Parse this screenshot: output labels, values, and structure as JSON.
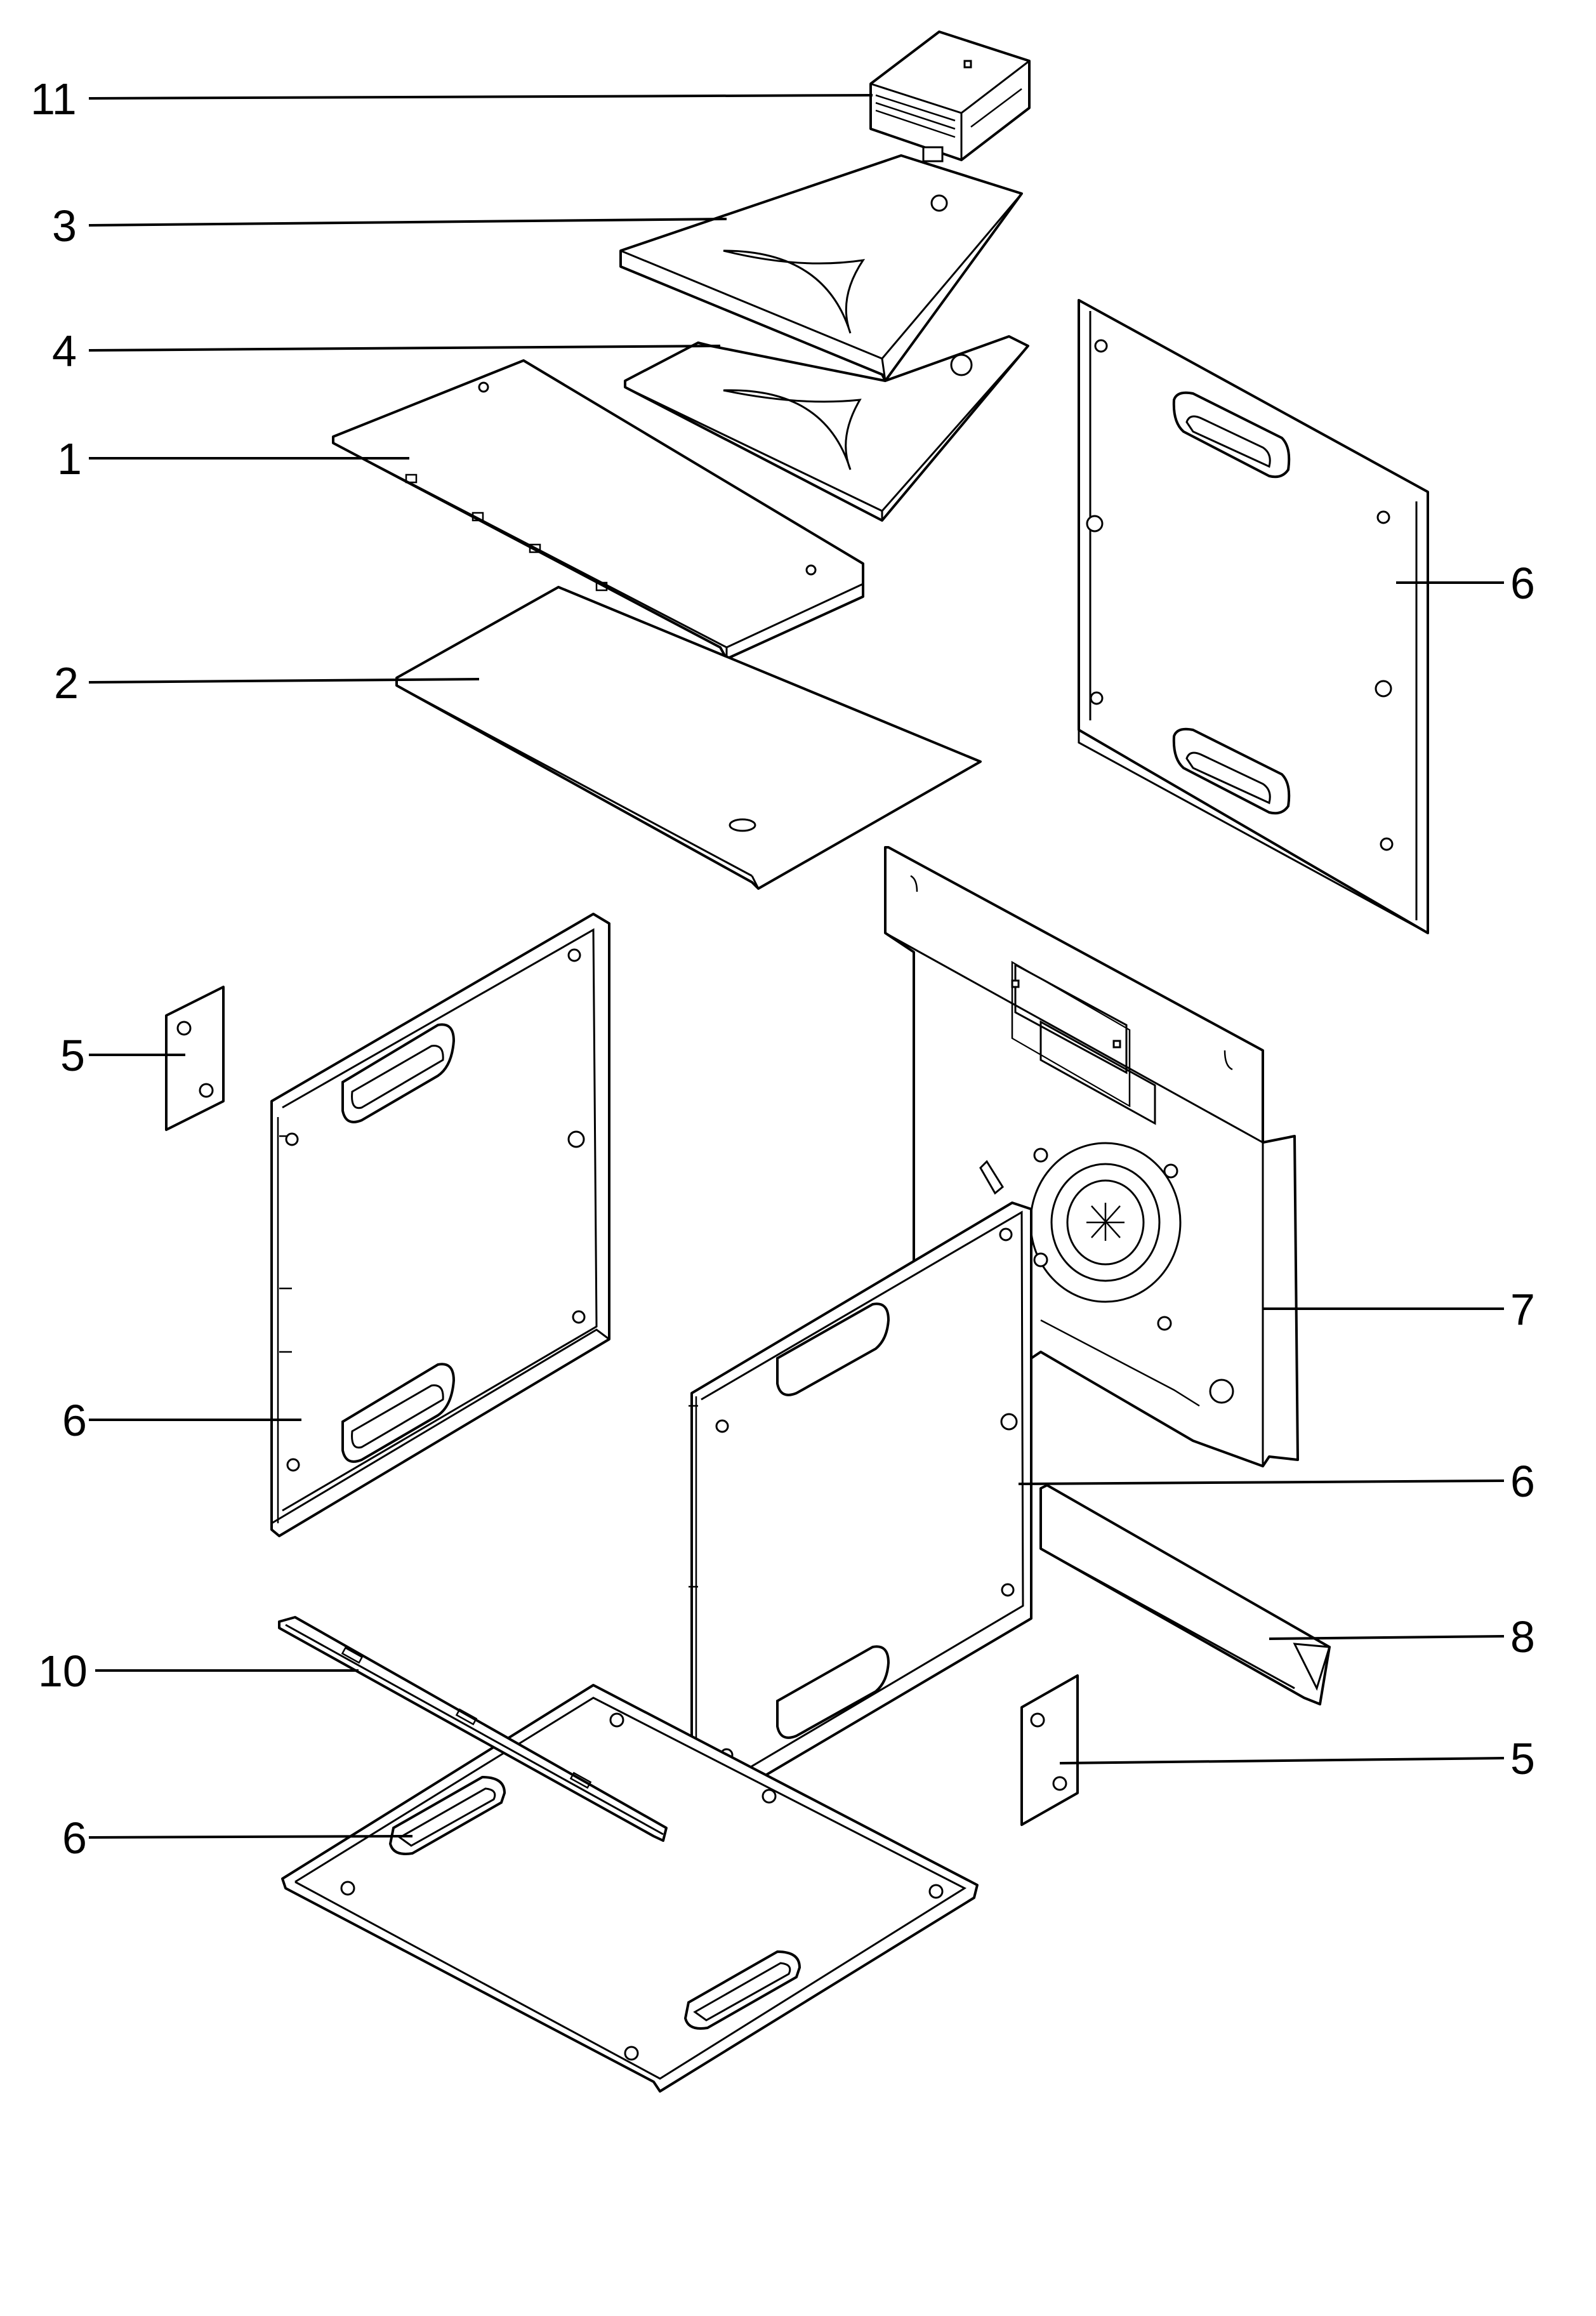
{
  "callouts": {
    "c11": "11",
    "c3": "3",
    "c4": "4",
    "c1": "1",
    "c2": "2",
    "c6_top_right": "6",
    "c5_left": "5",
    "c6_left": "6",
    "c7": "7",
    "c6_front": "6",
    "c8": "8",
    "c10": "10",
    "c5_right": "5",
    "c6_bottom": "6"
  }
}
